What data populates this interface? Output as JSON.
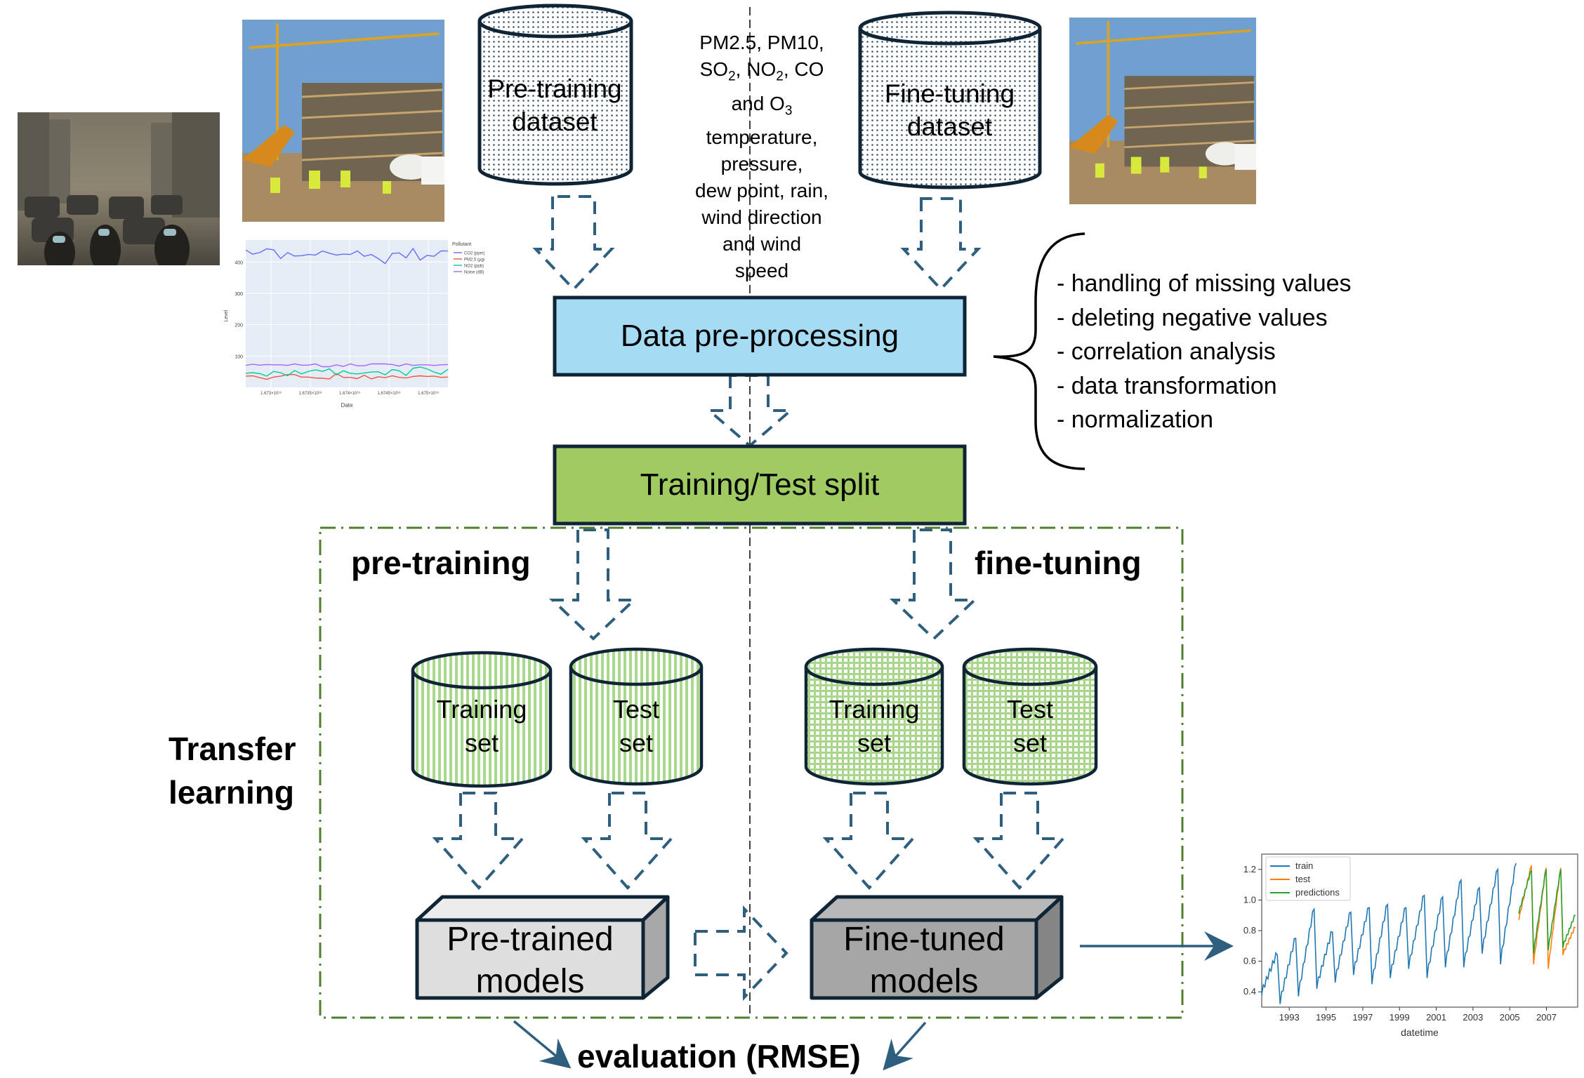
{
  "datasets": {
    "pretraining_label": "Pre-training dataset",
    "finetuning_label": "Fine-tuning dataset"
  },
  "variables_text": {
    "line1": "PM2.5, PM10,",
    "line2_parts": [
      "SO",
      "2",
      ", NO",
      "2",
      ", CO"
    ],
    "line3_parts": [
      "and O",
      "3"
    ],
    "line4": "temperature,",
    "line5": "pressure,",
    "line6": "dew point, rain,",
    "line7": "wind direction",
    "line8": "and wind",
    "line9": "speed"
  },
  "steps": {
    "preprocessing": "Data pre-processing",
    "split": "Training/Test split"
  },
  "preprocessing_list": [
    "- handling of missing values",
    "- deleting negative values",
    "- correlation analysis",
    "- data transformation",
    "- normalization"
  ],
  "transfer": {
    "title_line1": "Transfer",
    "title_line2": "learning",
    "pretraining_label": "pre-training",
    "finetuning_label": "fine-tuning",
    "pre_training_set": [
      "Training",
      "set"
    ],
    "pre_test_set": [
      "Test",
      "set"
    ],
    "fine_training_set": [
      "Training",
      "set"
    ],
    "fine_test_set": [
      "Test",
      "set"
    ],
    "pretrained_models": [
      "Pre-trained",
      "models"
    ],
    "finetuned_models": [
      "Fine-tuned",
      "models"
    ]
  },
  "evaluation_label": "evaluation (RMSE)",
  "images": {
    "smog_city": "photo: smog-filled city street with masked pedestrians",
    "construction_left": "photo: construction site with crane",
    "construction_right": "photo: construction site with crane"
  },
  "colors": {
    "arrow": "#2e5f7f",
    "outline": "#0f2536",
    "preprocessing_fill": "#a6dbf4",
    "split_fill": "#9fcb62",
    "frame": "#4f7f2f",
    "pretrained_fill": "#dedede",
    "finetuned_fill": "#a6a6a6",
    "cyl_green": "#a9d88a"
  },
  "chart_data": [
    {
      "type": "line",
      "title": "",
      "xlabel": "Date",
      "ylabel": "Level",
      "legend_title": "Pollutant",
      "legend_position": "right",
      "x_ticks": [
        "1.673×10^18",
        "1.6735×10^18",
        "1.674×10^18",
        "1.6745×10^18",
        "1.675×10^18"
      ],
      "y_ticks": [
        100,
        200,
        300,
        400
      ],
      "ylim": [
        0,
        470
      ],
      "grid": true,
      "series": [
        {
          "name": "CO2 (ppm)",
          "color": "#636efa",
          "values": [
            438,
            425,
            430,
            442,
            439,
            411,
            430,
            419,
            420,
            424,
            422,
            435,
            428,
            422,
            425,
            424,
            435,
            418,
            424,
            411,
            395,
            427,
            429,
            413,
            443,
            406,
            421,
            418,
            435,
            435
          ]
        },
        {
          "name": "PM2.5 (µg/m³)",
          "color": "#ef553b",
          "values": [
            36,
            37,
            31,
            26,
            33,
            36,
            41,
            41,
            33,
            33,
            30,
            29,
            27,
            44,
            32,
            32,
            28,
            39,
            27,
            34,
            31,
            37,
            32,
            30,
            35,
            37,
            35,
            36,
            32,
            33
          ]
        },
        {
          "name": "NO2 (ppb)",
          "color": "#00cc96",
          "values": [
            45,
            47,
            44,
            36,
            51,
            47,
            37,
            54,
            43,
            51,
            56,
            51,
            59,
            40,
            53,
            45,
            43,
            46,
            49,
            50,
            40,
            57,
            53,
            38,
            61,
            65,
            59,
            49,
            42,
            58
          ]
        },
        {
          "name": "Noise (dB)",
          "color": "#ab63fa",
          "values": [
            70,
            74,
            71,
            73,
            72,
            72,
            70,
            75,
            71,
            71,
            75,
            66,
            66,
            72,
            67,
            75,
            69,
            69,
            75,
            75,
            75,
            73,
            68,
            75,
            70,
            72,
            72,
            70,
            72,
            73
          ]
        }
      ]
    },
    {
      "type": "line",
      "title": "",
      "xlabel": "datetime",
      "ylabel": "",
      "x_ticks": [
        "1993",
        "1995",
        "1997",
        "1999",
        "2001",
        "2003",
        "2005",
        "2007"
      ],
      "y_ticks": [
        0.4,
        0.6,
        0.8,
        1.0,
        1.2
      ],
      "xlim": [
        1991.5,
        2008.7
      ],
      "ylim": [
        0.3,
        1.3
      ],
      "legend_position": "top-left",
      "grid": false,
      "series": [
        {
          "name": "train",
          "color": "#1f77b4",
          "x_start": 1991.5,
          "x_end": 2005.5,
          "cycle_peaks": [
            0.66,
            0.77,
            0.96,
            0.81,
            0.94,
            0.97,
            0.99,
            0.97,
            1.05,
            1.04,
            1.15,
            1.1,
            1.22,
            1.26
          ],
          "cycle_troughs": [
            0.4,
            0.34,
            0.39,
            0.44,
            0.48,
            0.53,
            0.47,
            0.51,
            0.57,
            0.51,
            0.58,
            0.58,
            0.67,
            0.6
          ]
        },
        {
          "name": "test",
          "color": "#ff7f0e",
          "x_start": 2005.5,
          "x_end": 2008.7,
          "cycle_peaks": [
            1.23,
            1.22,
            1.22,
            0.83
          ],
          "cycle_troughs": [
            0.88,
            0.59,
            0.56,
            0.65
          ]
        },
        {
          "name": "predictions",
          "color": "#2ca02c",
          "x_start": 2005.5,
          "x_end": 2008.7,
          "cycle_peaks": [
            1.2,
            1.21,
            1.21,
            0.91
          ],
          "cycle_troughs": [
            0.92,
            0.66,
            0.68,
            0.7
          ]
        }
      ]
    }
  ]
}
